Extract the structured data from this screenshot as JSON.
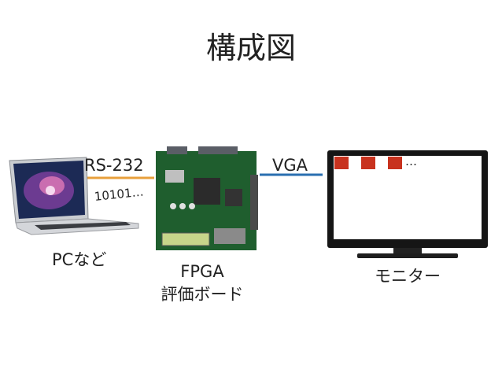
{
  "title": "構成図",
  "pc": {
    "label": "PCなど",
    "link_label": "RS-232",
    "data_label": "10101…"
  },
  "fpga": {
    "label_line1": "FPGA",
    "label_line2": "評価ボード",
    "link_label": "VGA"
  },
  "monitor": {
    "label": "モニター",
    "screen_label": "…",
    "block_color": "#c8321e"
  },
  "colors": {
    "rs232_line": "#e8a03c",
    "vga_line": "#2a6fb0"
  }
}
